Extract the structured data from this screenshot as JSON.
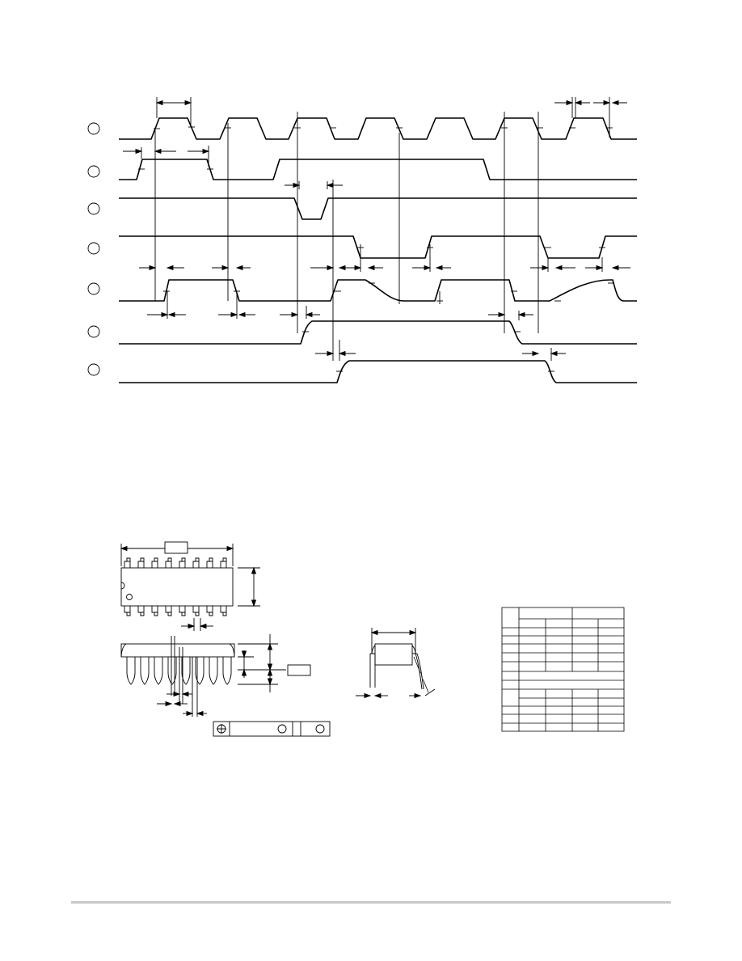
{
  "page": {
    "background": "#ffffff",
    "stroke": "#000000",
    "footer_rule_color": "#c8c8c8"
  },
  "timing_diagram": {
    "signal_count": 7,
    "marker_shape": "circle"
  },
  "package_outline": {
    "pins_per_side": 8,
    "position_tolerance_frame": {
      "cells": 3,
      "symbols": [
        "position-symbol",
        "circle",
        "circle"
      ]
    }
  },
  "dimension_table": {
    "rows": 14,
    "columns": 5
  }
}
